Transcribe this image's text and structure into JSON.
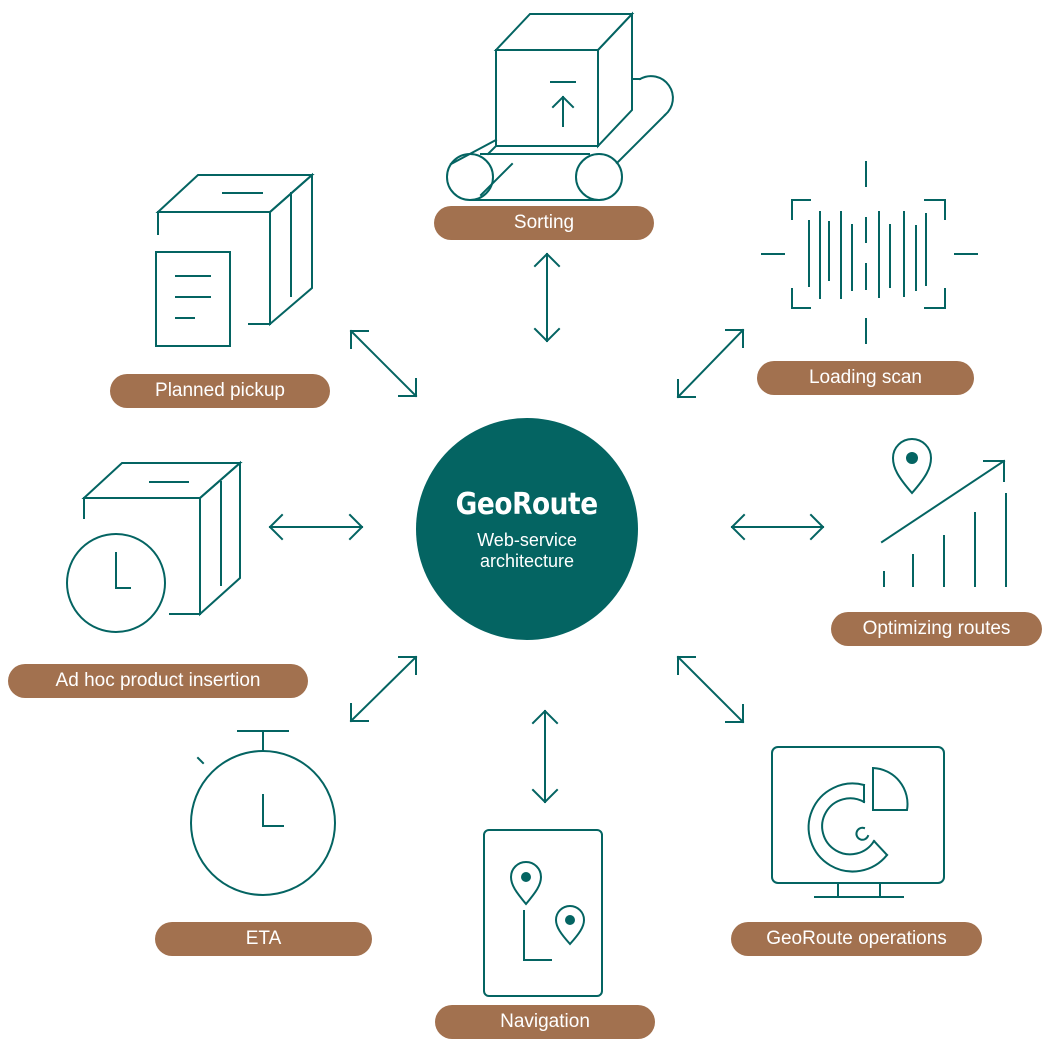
{
  "hub": {
    "title": "GeoRoute",
    "subtitle": "Web-service architecture"
  },
  "nodes": {
    "sorting": "Sorting",
    "loading_scan": "Loading scan",
    "optimizing_routes": "Optimizing routes",
    "georoute_operations": "GeoRoute operations",
    "navigation": "Navigation",
    "eta": "ETA",
    "ad_hoc": "Ad hoc product insertion",
    "planned_pickup": "Planned pickup"
  },
  "colors": {
    "stroke": "#046462",
    "hub": "#046462",
    "pill": "#a2714f"
  }
}
